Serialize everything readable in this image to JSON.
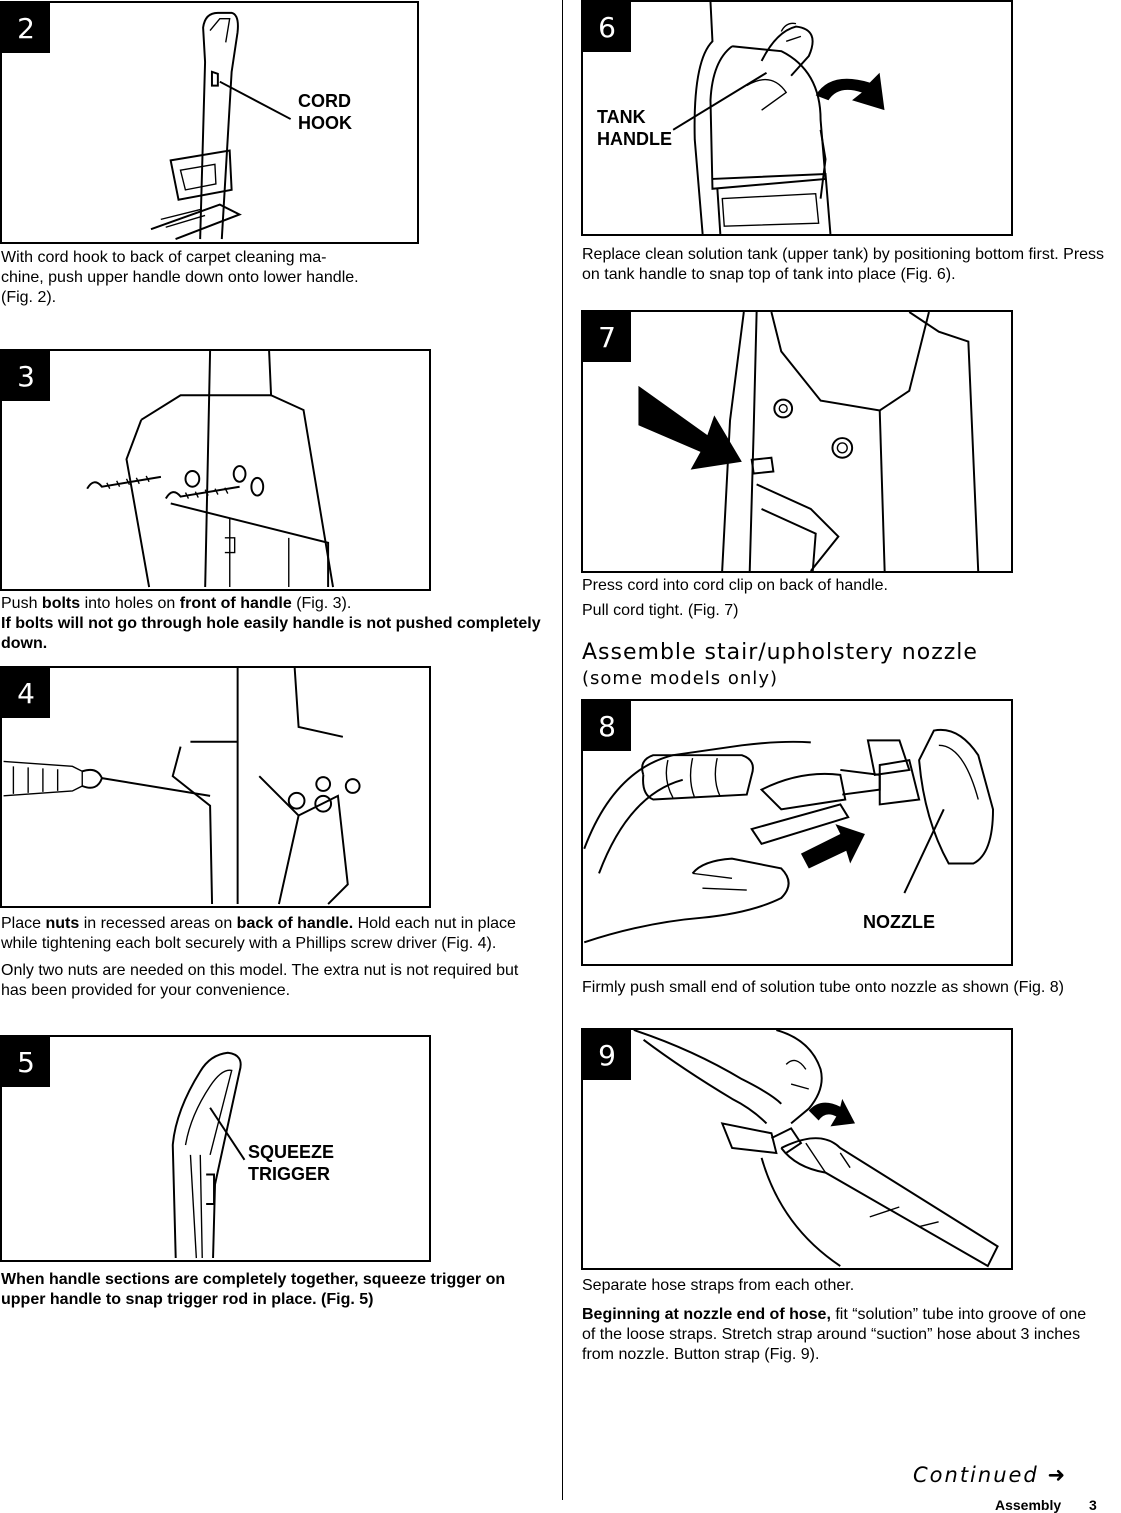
{
  "figures": {
    "fig2": {
      "number": "2",
      "callout": "CORD\nHOOK"
    },
    "fig3": {
      "number": "3"
    },
    "fig4": {
      "number": "4"
    },
    "fig5": {
      "number": "5",
      "callout": "SQUEEZE\nTRIGGER"
    },
    "fig6": {
      "number": "6",
      "callout": "TANK\nHANDLE"
    },
    "fig7": {
      "number": "7"
    },
    "fig8": {
      "number": "8",
      "callout": "NOZZLE"
    },
    "fig9": {
      "number": "9"
    }
  },
  "captions": {
    "fig2": {
      "line1": "With cord hook to back of carpet cleaning ma-",
      "line2": "chine, push upper handle down onto lower handle.",
      "line3": "(Fig. 2)."
    },
    "fig3": {
      "a": "Push ",
      "b_bold": "bolts",
      "c": " into holes on ",
      "d_bold": "front of handle",
      "e": " (Fig. 3).",
      "warning": "If bolts will not go through hole easily handle is not pushed completely down."
    },
    "fig4": {
      "a": "Place ",
      "b_bold": "nuts",
      "c": " in recessed areas on ",
      "d_bold": "back of handle.",
      "e": "  Hold each nut in place while tightening each bolt securely with a Phillips screw driver (Fig. 4).",
      "note": "Only two nuts are needed on this model.  The extra nut is not required but has been provided for your convenience."
    },
    "fig5": {
      "bold": "When handle sections are completely together, squeeze trigger on upper handle to snap trigger rod in place. (Fig. 5)"
    },
    "fig6": {
      "text": "Replace clean solution tank (upper tank) by positioning bottom first.  Press on tank handle to snap top of tank into place (Fig. 6)."
    },
    "fig7": {
      "line1": "Press cord into cord clip on back of handle.",
      "line2": "Pull cord tight. (Fig. 7)"
    },
    "fig8": {
      "text": "Firmly push small end of solution tube onto nozzle as shown (Fig. 8)"
    },
    "fig9": {
      "line1": "Separate hose straps from each other.",
      "bold": "Beginning at nozzle end of hose,",
      "rest": " fit “solution” tube into groove of one of the loose straps.  Stretch strap around “suction” hose about 3 inches from nozzle.  Button strap (Fig. 9)."
    }
  },
  "section": {
    "title": "Assemble stair/upholstery nozzle",
    "subtitle": "(some models only)"
  },
  "footer": {
    "continued": "Continued",
    "continued_arrow": "➜",
    "section_name": "Assembly",
    "page_number": "3"
  }
}
